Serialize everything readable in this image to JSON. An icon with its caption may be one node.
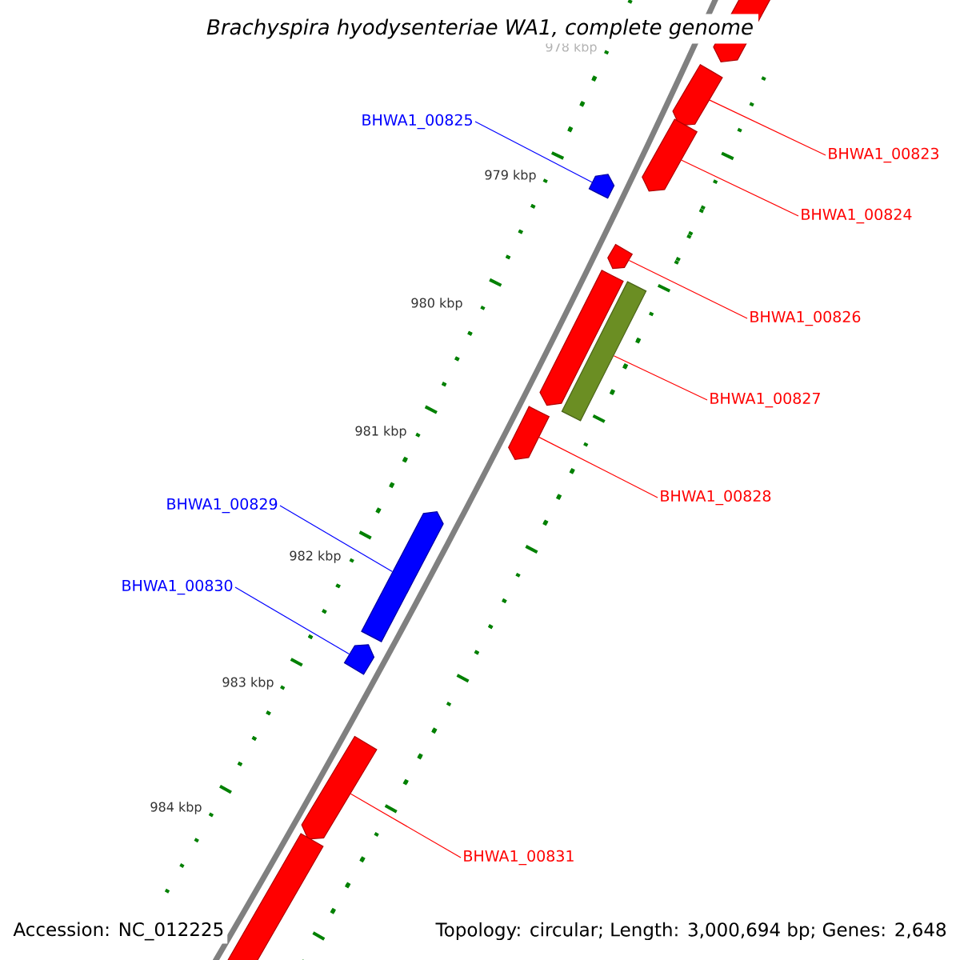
{
  "diagram": {
    "title": "Brachyspira hyodysenteriae WA1, complete genome",
    "nodes": [
      {
        "text": [
          "BHWA1_00823"
        ]
      },
      {
        "text": [
          "BHWA1_00824"
        ]
      },
      {
        "text": [
          "BHWA1_00825"
        ]
      },
      {
        "text": [
          "BHWA1_00826"
        ]
      },
      {
        "text": [
          "BHWA1_00827"
        ]
      },
      {
        "text": [
          "BHWA1_00828"
        ]
      },
      {
        "text": [
          "BHWA1_00829"
        ]
      },
      {
        "text": [
          "BHWA1_00830"
        ]
      },
      {
        "text": [
          "BHWA1_00831"
        ]
      },
      {
        "text": [],
        "shape": "bar"
      },
      {
        "text": [],
        "shape": "bar"
      },
      {
        "text": [],
        "shape": "bar"
      },
      {
        "text": [],
        "shape": "bar"
      },
      {
        "text": [],
        "shape": "bar"
      },
      {
        "text": [],
        "shape": "bar"
      },
      {
        "text": [],
        "shape": "bar"
      },
      {
        "text": [],
        "shape": "bar"
      },
      {
        "text": [],
        "shape": "bar"
      },
      {
        "text": [],
        "shape": "bar"
      },
      {
        "text": [],
        "shape": "bar"
      },
      {
        "text": [],
        "shape": "bar"
      }
    ],
    "edges": [
      {
        "from": 0,
        "to": 10,
        "arrow": "none"
      },
      {
        "from": 1,
        "to": 11,
        "arrow": "none"
      },
      {
        "from": 2,
        "to": 16,
        "arrow": "none",
        "color": "#0000ff"
      },
      {
        "from": 3,
        "to": 12,
        "arrow": "none"
      },
      {
        "from": 4,
        "to": 14,
        "arrow": "none"
      },
      {
        "from": 5,
        "to": 15,
        "arrow": "none"
      },
      {
        "from": 6,
        "to": 17,
        "arrow": "none",
        "color": "#0000ff"
      },
      {
        "from": 7,
        "to": 18,
        "arrow": "none",
        "color": "#0000ff"
      },
      {
        "from": 8,
        "to": 19,
        "arrow": "none"
      }
    ],
    "labels": [
      "978 kbp",
      "979 kbp",
      "980 kbp",
      "981 kbp",
      "982 kbp",
      "983 kbp",
      "984 kbp",
      "Accession: NC_012225",
      "Topology: circular; Length: 3,000,694 bp; Genes: 2,648"
    ]
  }
}
